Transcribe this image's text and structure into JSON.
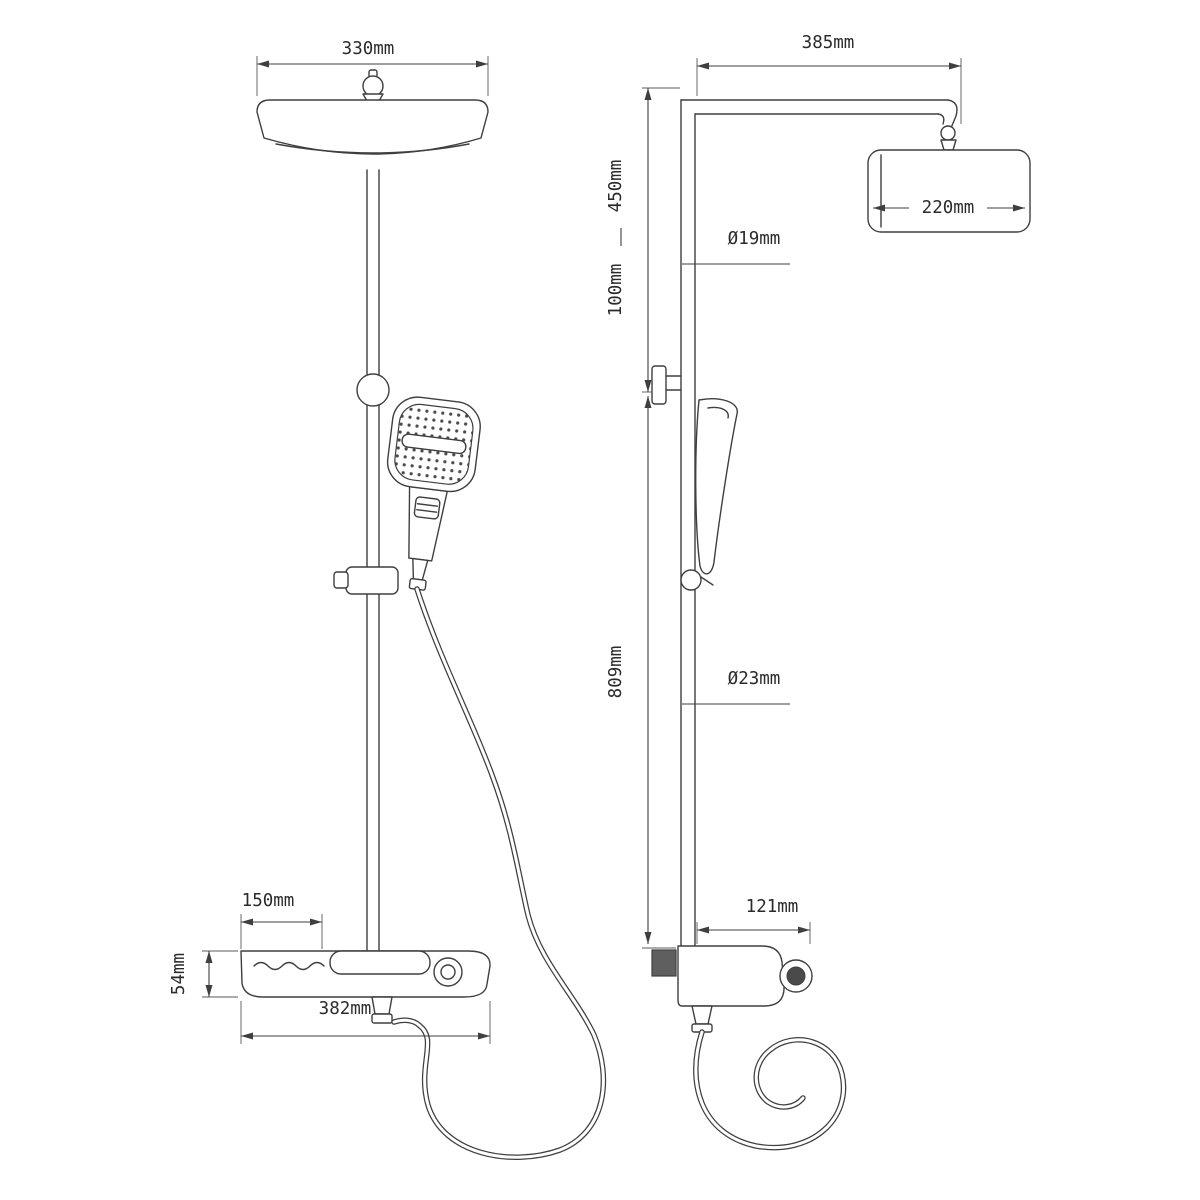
{
  "drawing": {
    "front": {
      "head_width": "330mm",
      "tray_width": "150mm",
      "shelf_height": "54mm",
      "shelf_width": "382mm"
    },
    "side": {
      "arm_reach": "385mm",
      "upper_drop": "450mm",
      "upper_offset": "100mm",
      "upper_pipe_diameter": "Ø19mm",
      "head_depth": "220mm",
      "riser_length": "809mm",
      "lower_pipe_diameter": "Ø23mm",
      "mixer_width": "121mm"
    }
  }
}
